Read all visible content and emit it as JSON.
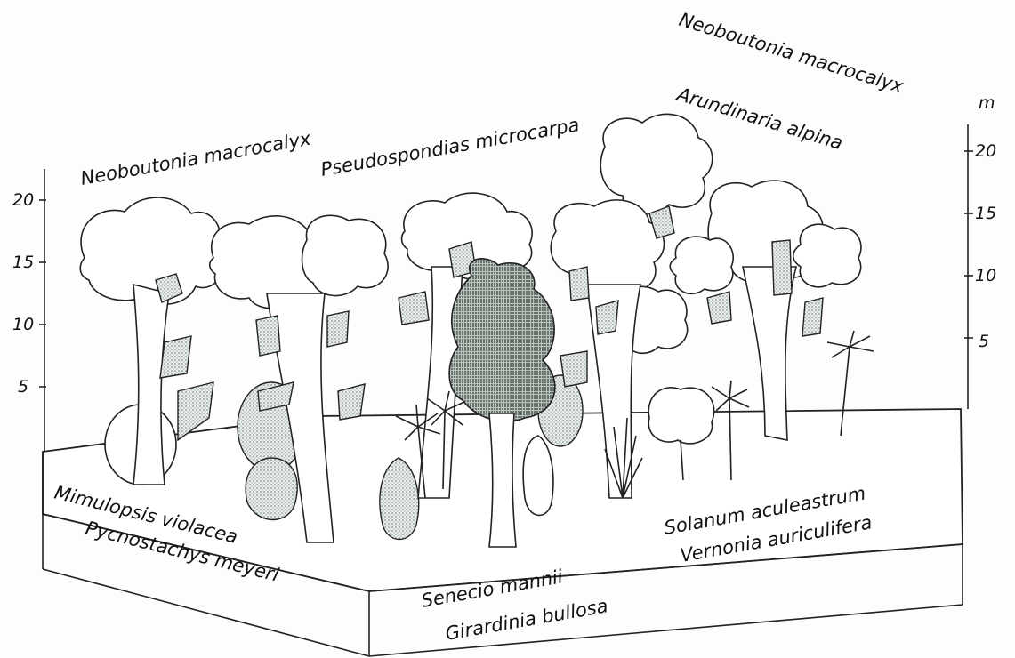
{
  "labels": {
    "neoboutonia_left": "Neoboutonia macrocalyx",
    "pseudospondias": "Pseudospondias microcarpa",
    "neoboutonia_right": "Neoboutonia macrocalyx",
    "arundinaria": "Arundinaria alpina",
    "mimulopsis": "Mimulopsis violacea",
    "pycnostachys": "Pycnostachys meyeri",
    "senecio": "Senecio mannii",
    "girardinia": "Girardinia bullosa",
    "solanum": "Solanum aculeastrum",
    "vernonia": "Vernonia auriculifera"
  },
  "left_scale": {
    "ticks": [
      "20",
      "15",
      "10",
      "5"
    ]
  },
  "right_scale": {
    "unit": "m",
    "ticks": [
      "20",
      "15",
      "10",
      "5"
    ]
  }
}
